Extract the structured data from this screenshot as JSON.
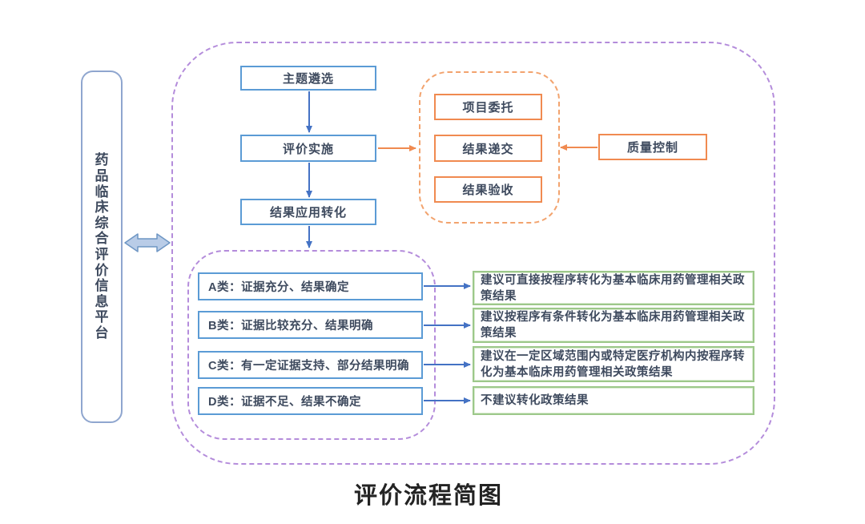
{
  "platform": {
    "label": "药品临床综合评价信息平台"
  },
  "flow": {
    "steps": [
      {
        "label": "主题遴选"
      },
      {
        "label": "评价实施"
      },
      {
        "label": "结果应用转化"
      }
    ]
  },
  "implementation": {
    "items": [
      {
        "label": "项目委托"
      },
      {
        "label": "结果递交"
      },
      {
        "label": "结果验收"
      }
    ]
  },
  "quality": {
    "label": "质量控制"
  },
  "grades": [
    {
      "label": "A类：证据充分、结果确定",
      "recommendation": "建议可直接按程序转化为基本临床用药管理相关政策结果"
    },
    {
      "label": "B类：证据比较充分、结果明确",
      "recommendation": "建议按程序有条件转化为基本临床用药管理相关政策结果"
    },
    {
      "label": "C类：有一定证据支持、部分结果明确",
      "recommendation": "建议在一定区域范围内或特定医疗机构内按程序转化为基本临床用药管理相关政策结果"
    },
    {
      "label": "D类：证据不足、结果不确定",
      "recommendation": "不建议转化政策结果"
    }
  ],
  "caption": "评价流程简图",
  "icons": {
    "bidirectional_arrow": "left-right-arrow"
  },
  "colors": {
    "blue_border": "#5b9bd5",
    "blue_arrow": "#4472c4",
    "orange": "#f08a50",
    "orange_dashed": "#f2a36e",
    "green_border": "#9dc88a",
    "purple_dashed": "#b48cdb",
    "platform_border": "#8fa6cf",
    "text": "#3e4a5e",
    "caption_text": "#232323"
  }
}
